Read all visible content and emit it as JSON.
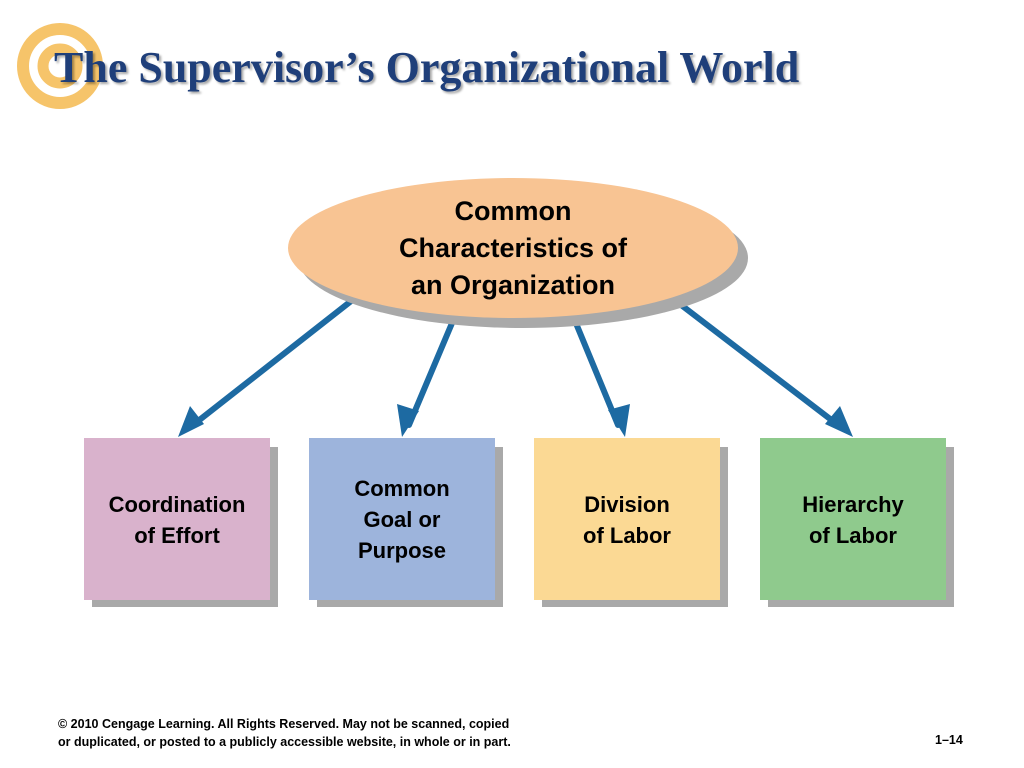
{
  "slide": {
    "title": "The Supervisor’s Organizational World",
    "center_node": {
      "line1": "Common",
      "line2": "Characteristics of",
      "line3": "an Organization",
      "fill_color": "#f8c493"
    },
    "boxes": [
      {
        "line1": "Coordination",
        "line2": "of Effort",
        "color": "#d9b2cc"
      },
      {
        "line1": "Common",
        "line2": "Goal or",
        "line3": "Purpose",
        "color": "#9db4dc"
      },
      {
        "line1": "Division",
        "line2": "of Labor",
        "color": "#fbd994"
      },
      {
        "line1": "Hierarchy",
        "line2": "of Labor",
        "color": "#8fca8d"
      }
    ],
    "arrow_color": "#1d6aa2",
    "logo_color": "#f6c46a",
    "title_color": "#1f3f7a",
    "footer": {
      "line1": "© 2010 Cengage Learning. All Rights Reserved. May not be scanned, copied",
      "line2": "or duplicated, or posted to a publicly accessible website, in whole or in part.",
      "page_number": "1–14"
    }
  }
}
